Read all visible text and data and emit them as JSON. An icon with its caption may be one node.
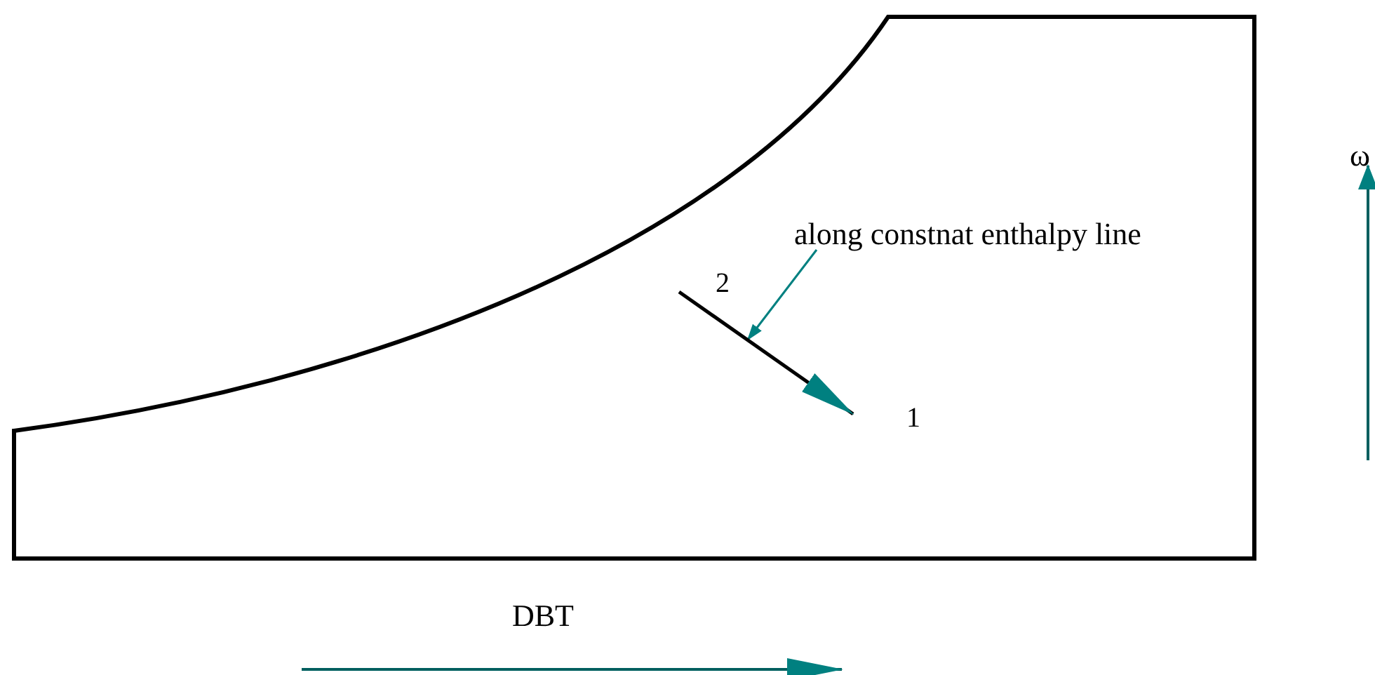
{
  "diagram": {
    "nodes": [
      {
        "text": [
          "along constnat enthalpy line"
        ]
      },
      {
        "text": [
          "2"
        ]
      },
      {
        "text": [
          "1"
        ]
      }
    ],
    "edges": [
      {
        "from": 0,
        "to": null,
        "arrow": "to"
      },
      {
        "from": 1,
        "to": 2,
        "arrow": "to",
        "color": "#000000"
      }
    ],
    "labels": [
      "ω",
      "DBT"
    ]
  }
}
